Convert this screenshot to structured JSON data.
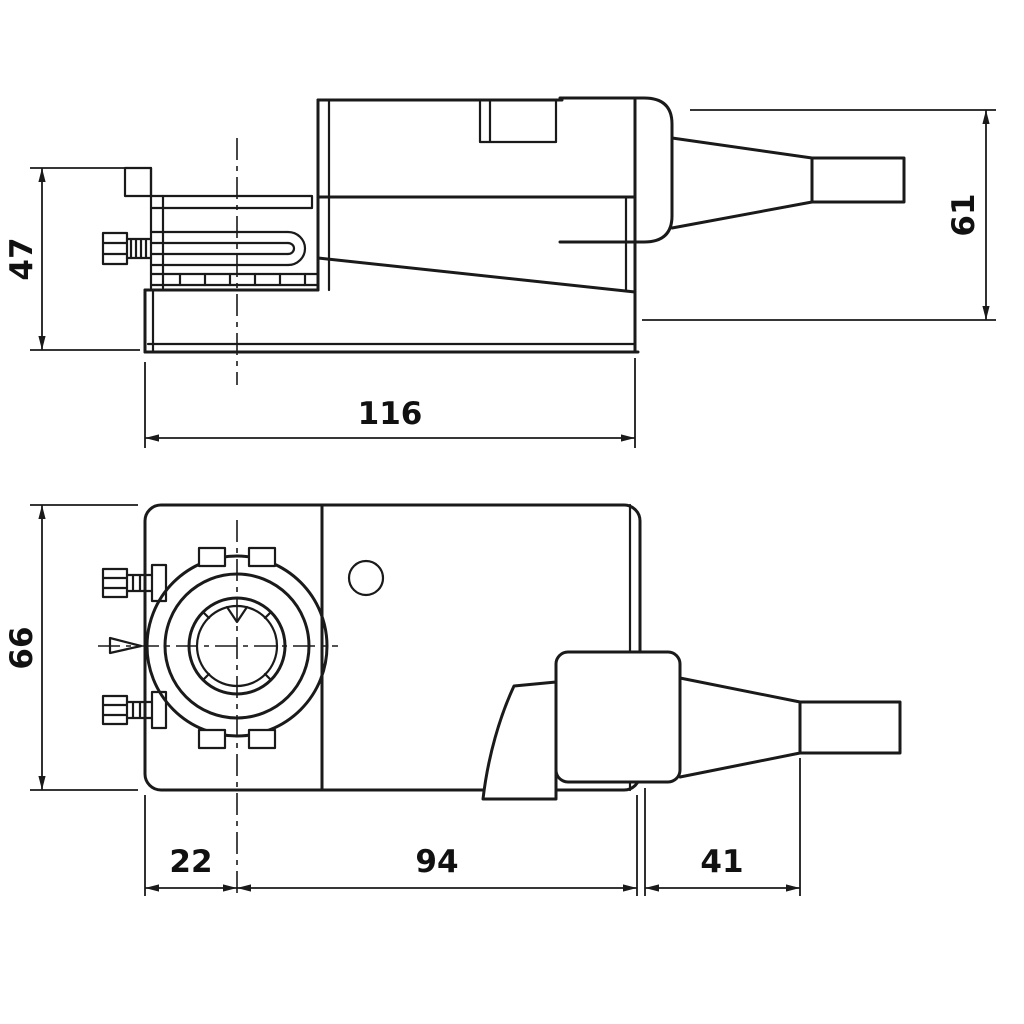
{
  "drawing": {
    "type": "technical-dimension-drawing",
    "background": "#ffffff",
    "line_color": "#1a1a1a",
    "side_view": {
      "dim_height_left": "47",
      "dim_height_right": "61",
      "dim_length": "116"
    },
    "plan_view": {
      "dim_width": "66",
      "dim_shaft_center": "22",
      "dim_body": "94",
      "dim_gland": "41"
    }
  }
}
